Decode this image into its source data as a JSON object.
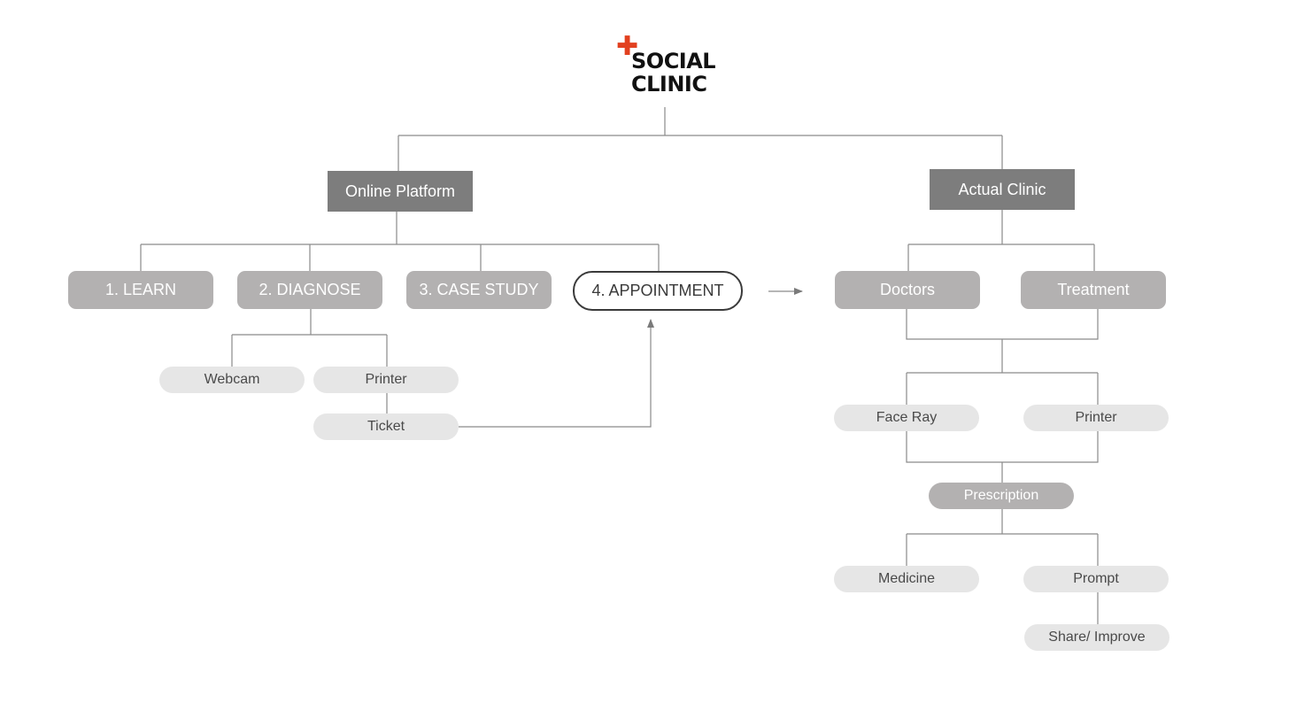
{
  "logo": {
    "line1": "SOCIAL",
    "line2": "CLINIC",
    "cross_icon": "plus-cross-icon",
    "accent": "#e2401f"
  },
  "branches": {
    "online": {
      "label": "Online Platform",
      "steps": {
        "learn": "1. LEARN",
        "diagnose": "2. DIAGNOSE",
        "case_study": "3. CASE STUDY",
        "appointment": "4. APPOINTMENT"
      },
      "diagnose_children": {
        "webcam": "Webcam",
        "printer": "Printer",
        "ticket": "Ticket"
      }
    },
    "clinic": {
      "label": "Actual Clinic",
      "children": {
        "doctors": "Doctors",
        "treatment": "Treatment"
      },
      "tools": {
        "face_ray": "Face Ray",
        "printer": "Printer"
      },
      "prescription": "Prescription",
      "outcomes": {
        "medicine": "Medicine",
        "prompt": "Prompt"
      },
      "share": "Share/ Improve"
    }
  },
  "colors": {
    "dark_box": "#7d7d7d",
    "mid_box": "#b3b1b1",
    "light_pill": "#e6e6e6",
    "line": "#8a8a8a"
  }
}
